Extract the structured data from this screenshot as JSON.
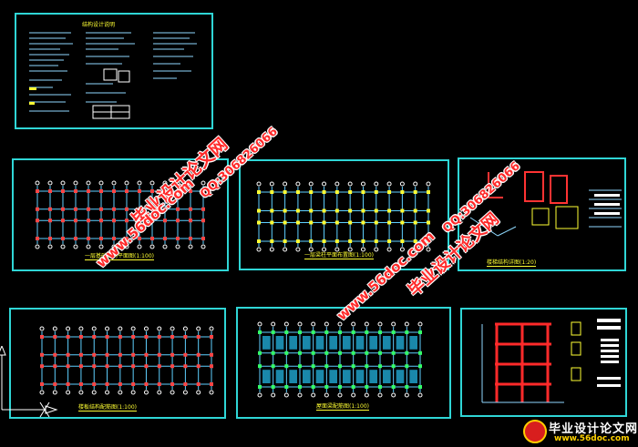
{
  "sheets": {
    "notes": {
      "title": "结构设计说明"
    },
    "plan1": {
      "caption": "一层基础结构平面图(1:100)"
    },
    "plan2": {
      "caption": "一层梁柱平面布置图(1:100)"
    },
    "detail": {
      "caption": "楼梯结构详图(1:20)"
    },
    "plan3": {
      "caption": "楼板结构配筋图(1:100)"
    },
    "plan4": {
      "caption": "屋面梁配筋图(1:100)"
    },
    "frame": {
      "caption": ""
    }
  },
  "watermarks": {
    "site_name": "毕业设计论文网",
    "url": "www.56doc.com",
    "qq": "QQ:306826066"
  },
  "logo": {
    "name": "毕业设计论文网",
    "url": "www.56doc.com"
  },
  "colors": {
    "sheet_border": "#2fd6d6",
    "grid": "#5fd0ff",
    "watermark": "#ff2a2a",
    "caption": "#ffff33"
  }
}
